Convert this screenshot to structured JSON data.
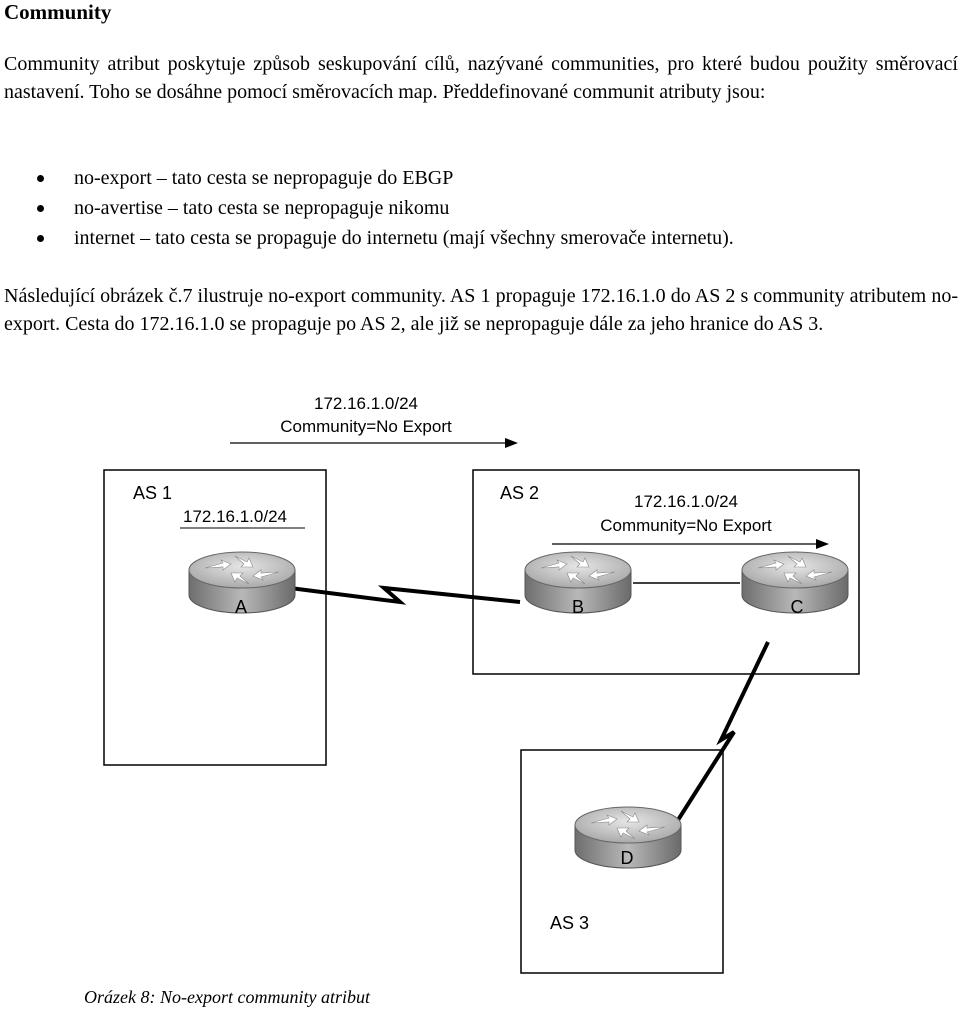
{
  "heading": "Community",
  "paragraph1": "Community atribut poskytuje způsob seskupování cílů, nazývané communities, pro které budou použity směrovací nastavení. Toho se dosáhne pomocí směrovacích map. Předdefinované communit atributy jsou:",
  "bullets": [
    "no-export – tato cesta se nepropaguje do EBGP",
    "no-avertise – tato cesta se nepropaguje nikomu",
    "internet – tato cesta se propaguje do internetu (mají všechny smerovače internetu)."
  ],
  "paragraph2": "Následující obrázek č.7 ilustruje no-export community. AS 1 propaguje 172.16.1.0 do AS 2 s community atributem no-export. Cesta do 172.16.1.0 se propaguje po AS 2, ale již se nepropaguje dále za jeho hranice do AS 3.",
  "diagram": {
    "top_arrow": {
      "line1": "172.16.1.0/24",
      "line2": "Community=No Export"
    },
    "as1": {
      "label": "AS 1",
      "prefix": "172.16.1.0/24"
    },
    "as2": {
      "label": "AS 2",
      "line1": "172.16.1.0/24",
      "line2": "Community=No Export"
    },
    "as3": {
      "label": "AS 3"
    },
    "routers": {
      "a": "A",
      "b": "B",
      "c": "C",
      "d": "D"
    }
  },
  "caption": "Orázek 8: No-export community atribut"
}
